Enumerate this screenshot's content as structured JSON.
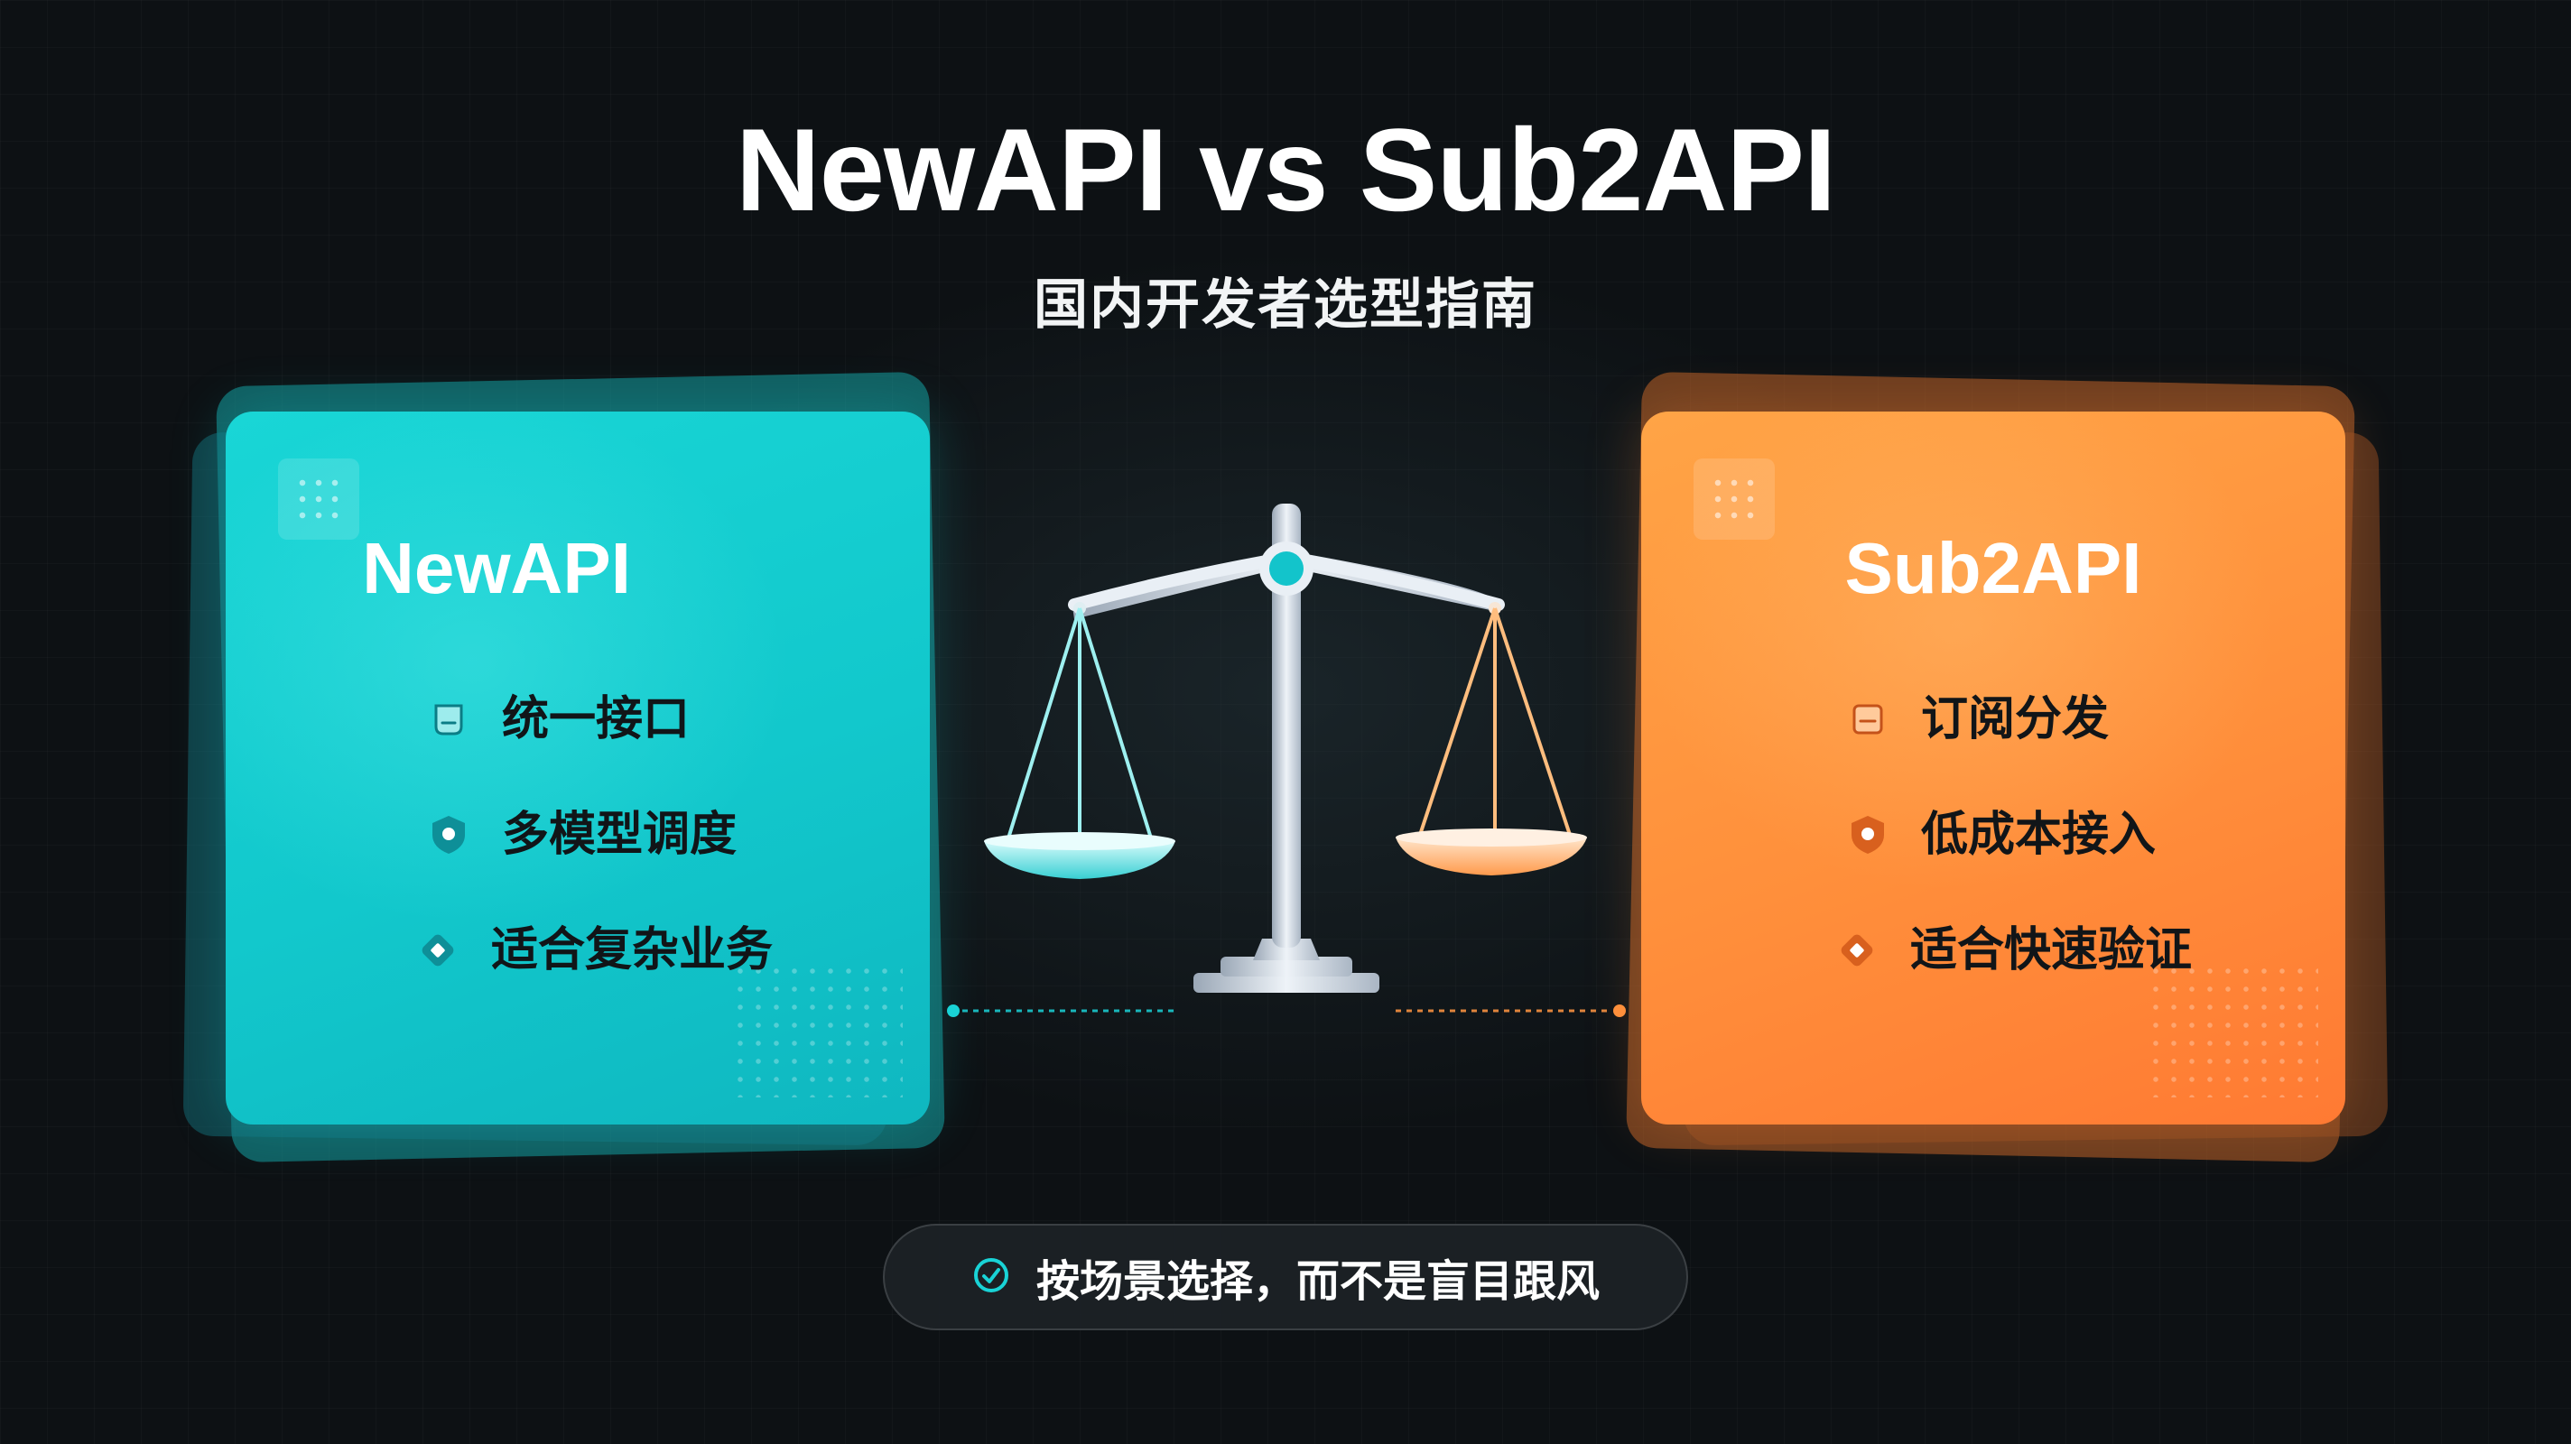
{
  "title": "NewAPI vs Sub2API",
  "subtitle": "国内开发者选型指南",
  "colors": {
    "background": "#0d1114",
    "left_accent": "#16d2d4",
    "right_accent": "#ff8f3b",
    "feature_text": "#111518",
    "title_text": "#ffffff"
  },
  "left_card": {
    "title": "NewAPI",
    "features": [
      {
        "label": "统一接口",
        "icon": "interface-icon"
      },
      {
        "label": "多模型调度",
        "icon": "shield-icon"
      },
      {
        "label": "适合复杂业务",
        "icon": "diamond-icon"
      }
    ]
  },
  "right_card": {
    "title": "Sub2API",
    "features": [
      {
        "label": "订阅分发",
        "icon": "subscription-icon"
      },
      {
        "label": "低成本接入",
        "icon": "shield-icon"
      },
      {
        "label": "适合快速验证",
        "icon": "diamond-icon"
      }
    ]
  },
  "center": {
    "icon": "balance-scale-icon"
  },
  "footer": {
    "label": "按场景选择，而不是盲目跟风",
    "icon": "check-circle-icon"
  }
}
